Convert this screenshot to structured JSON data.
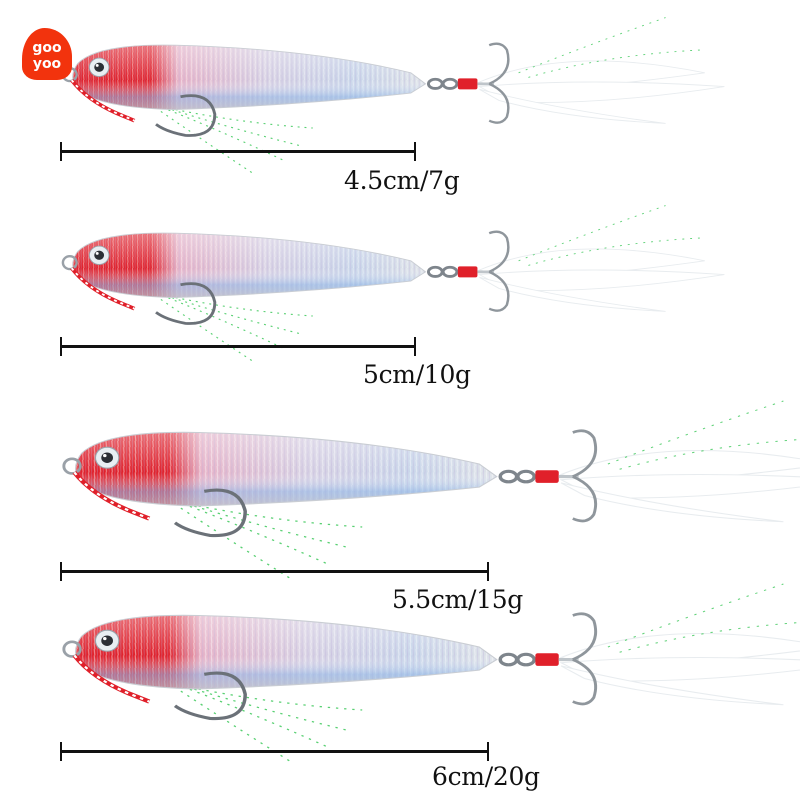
{
  "brand": {
    "logo_line1": "goo",
    "logo_line2": "yoo",
    "logo_color": "#f2330d"
  },
  "colors": {
    "head_red": "#e0202a",
    "body_silver": "#d9d4e0",
    "holo_pink": "#e6b3c8",
    "holo_blue": "#a9c8e8",
    "feather": "#ffffff",
    "flash_green": "#3cc85a",
    "scale_line": "#111111"
  },
  "lures": [
    {
      "id": "lure-1",
      "size": "4.5cm",
      "weight": "7g",
      "label": "4.5cm/7g"
    },
    {
      "id": "lure-2",
      "size": "5cm",
      "weight": "10g",
      "label": "5cm/10g"
    },
    {
      "id": "lure-3",
      "size": "5.5cm",
      "weight": "15g",
      "label": "5.5cm/15g"
    },
    {
      "id": "lure-4",
      "size": "6cm",
      "weight": "20g",
      "label": "6cm/20g"
    }
  ]
}
